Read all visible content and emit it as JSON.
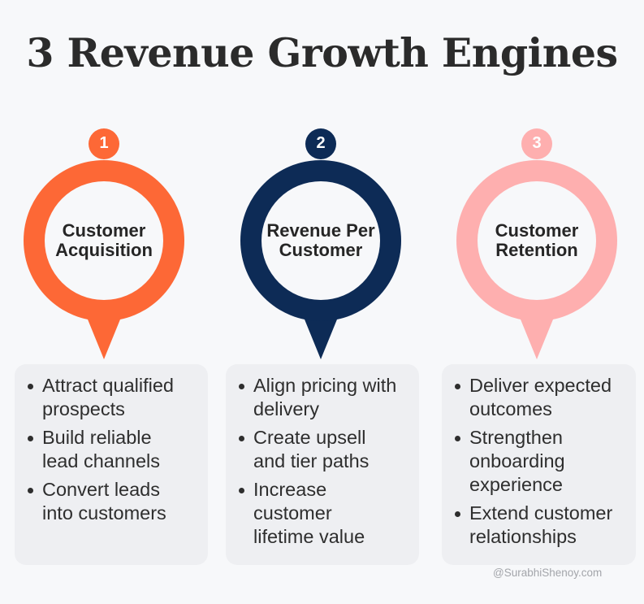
{
  "title": "3 Revenue Growth Engines",
  "engines": [
    {
      "number": "1",
      "label": "Customer Acquisition",
      "color": "#fd6836",
      "points": [
        "Attract qualified prospects",
        "Build reliable lead channels",
        "Convert leads into customers"
      ]
    },
    {
      "number": "2",
      "label": "Revenue Per Customer",
      "color": "#0d2b56",
      "points": [
        "Align pricing with delivery",
        "Create upsell and tier paths",
        "Increase customer lifetime value"
      ]
    },
    {
      "number": "3",
      "label": "Customer Retention",
      "color": "#feafaf",
      "points": [
        "Deliver expected outcomes",
        "Strengthen onboarding experience",
        "Extend customer relationships"
      ]
    }
  ],
  "watermark": "@SurabhiShenoy.com"
}
